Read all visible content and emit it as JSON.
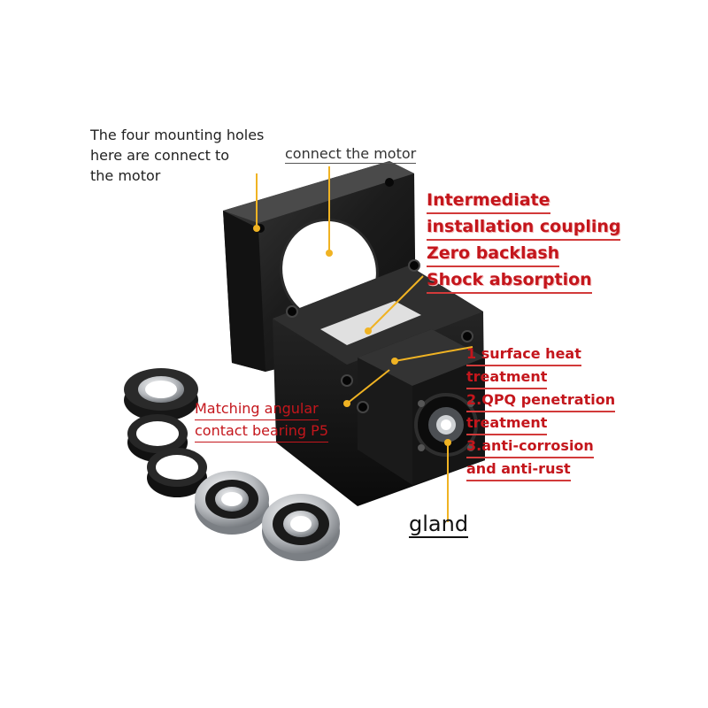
{
  "annotations": {
    "mounting_holes": [
      "The four mounting holes",
      "here are connect to",
      "the motor"
    ],
    "connect_motor": "connect the motor",
    "coupling_features": [
      "Intermediate",
      "installation coupling",
      "Zero backlash",
      "Shock absorption"
    ],
    "surface_treatments": [
      "1 surface heat",
      "treatment",
      "2.QPQ penetration",
      "treatment",
      "3.anti-corrosion",
      "and anti-rust"
    ],
    "bearing": [
      "Matching angular",
      "contact bearing P5"
    ],
    "gland": "gland"
  },
  "colors": {
    "background": "#ffffff",
    "metal_black": "#1f1f1f",
    "steel": "#b9bcc0",
    "leader_line": "#f0b323",
    "annotation_red": "#c4161c"
  },
  "icons": [
    "motor-mount-bracket",
    "lock-nut",
    "spacer-ring",
    "angular-contact-bearing"
  ]
}
